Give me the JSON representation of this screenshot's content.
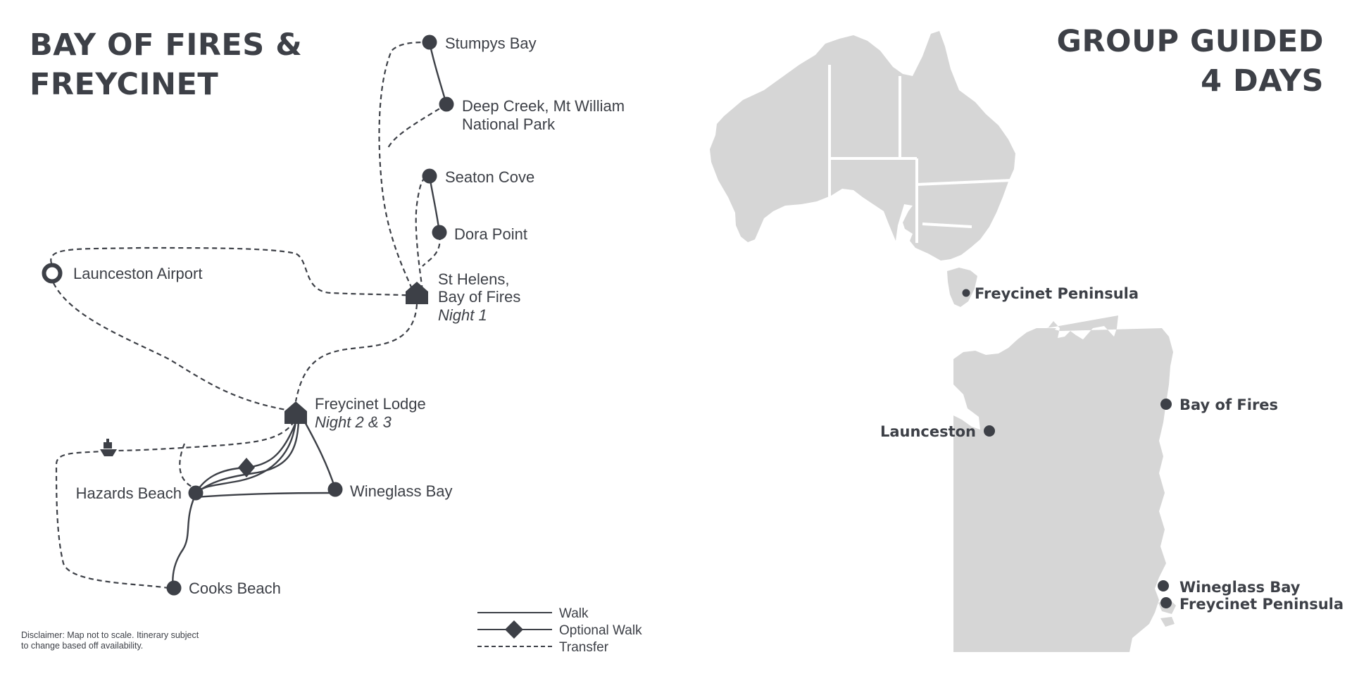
{
  "title_left": {
    "line1": "BAY OF FIRES &",
    "line2": "FREYCINET"
  },
  "title_right": {
    "line1": "GROUP GUIDED",
    "line2": "4 DAYS"
  },
  "stops": {
    "stumpys_bay": "Stumpys Bay",
    "deep_creek_1": "Deep Creek, Mt William",
    "deep_creek_2": "National Park",
    "seaton_cove": "Seaton Cove",
    "dora_point": "Dora Point",
    "launceston_airport": "Launceston Airport",
    "st_helens_1": "St Helens,",
    "st_helens_2": "Bay of Fires",
    "st_helens_night": "Night 1",
    "freycinet_lodge": "Freycinet Lodge",
    "freycinet_lodge_night": "Night 2 & 3",
    "hazards_beach": "Hazards Beach",
    "wineglass_bay": "Wineglass Bay",
    "cooks_beach": "Cooks Beach"
  },
  "australia_map": {
    "marker_label": "Freycinet Peninsula"
  },
  "detail_map": {
    "bay_of_fires": "Bay of Fires",
    "launceston": "Launceston",
    "wineglass_bay": "Wineglass Bay",
    "freycinet_peninsula": "Freycinet Peninsula"
  },
  "legend": {
    "walk": "Walk",
    "optional_walk": "Optional Walk",
    "transfer": "Transfer"
  },
  "disclaimer": {
    "line1": "Disclaimer: Map not to scale. Itinerary subject",
    "line2": "to change based off availability."
  },
  "colors": {
    "ink": "#3d4047",
    "land": "#d6d6d6",
    "background": "#ffffff"
  },
  "icons": {
    "lodge": "house-icon",
    "ferry": "boat-icon",
    "airport": "ring-marker-icon",
    "optional": "diamond-icon"
  }
}
